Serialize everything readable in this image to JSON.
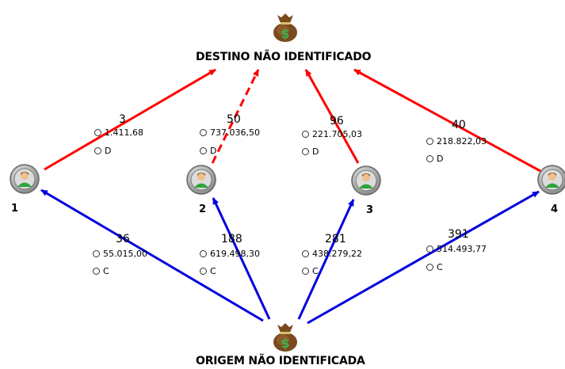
{
  "destination": {
    "label": "DESTINO NÃO IDENTIFICADO"
  },
  "origin": {
    "label": "ORIGEM NÃO IDENTIFICADA"
  },
  "nodes": [
    {
      "label": "1"
    },
    {
      "label": "2"
    },
    {
      "label": "3"
    },
    {
      "label": "4"
    }
  ],
  "debit_edges": [
    {
      "count": "3",
      "amount": "1.411,68",
      "type": "D"
    },
    {
      "count": "50",
      "amount": "737.036,50",
      "type": "D"
    },
    {
      "count": "96",
      "amount": "221.705,03",
      "type": "D"
    },
    {
      "count": "40",
      "amount": "218.822,03",
      "type": "D"
    }
  ],
  "credit_edges": [
    {
      "count": "36",
      "amount": "55.015,00",
      "type": "C"
    },
    {
      "count": "188",
      "amount": "619.498,30",
      "type": "C"
    },
    {
      "count": "281",
      "amount": "438.279,22",
      "type": "C"
    },
    {
      "count": "391",
      "amount": "514.493,77",
      "type": "C"
    }
  ],
  "colors": {
    "debit": "#ff0000",
    "credit": "#0000e0"
  },
  "icons": {
    "money": "money-bag-icon",
    "person": "person-icon"
  }
}
